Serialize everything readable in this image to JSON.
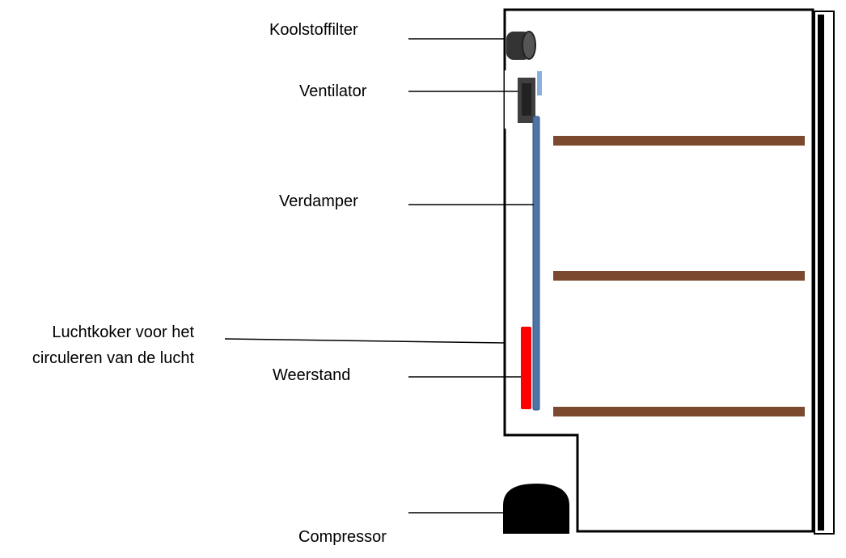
{
  "labels": {
    "koolstoffilter": "Koolstoffilter",
    "ventilator": "Ventilator",
    "verdamper": "Verdamper",
    "luchtkoker_line1": "Luchtkoker voor het",
    "luchtkoker_line2": "circuleren van de lucht",
    "weerstand": "Weerstand",
    "compressor": "Compressor"
  },
  "colors": {
    "cabinet_outline": "#000000",
    "filter": "#3a3a3a",
    "ventilator_body": "#3f3f3f",
    "ventilator_accent": "#8ab0e0",
    "evaporator": "#4f75a8",
    "heater": "#ff0000",
    "shelves": "#7b4a2e",
    "compressor": "#000000"
  }
}
